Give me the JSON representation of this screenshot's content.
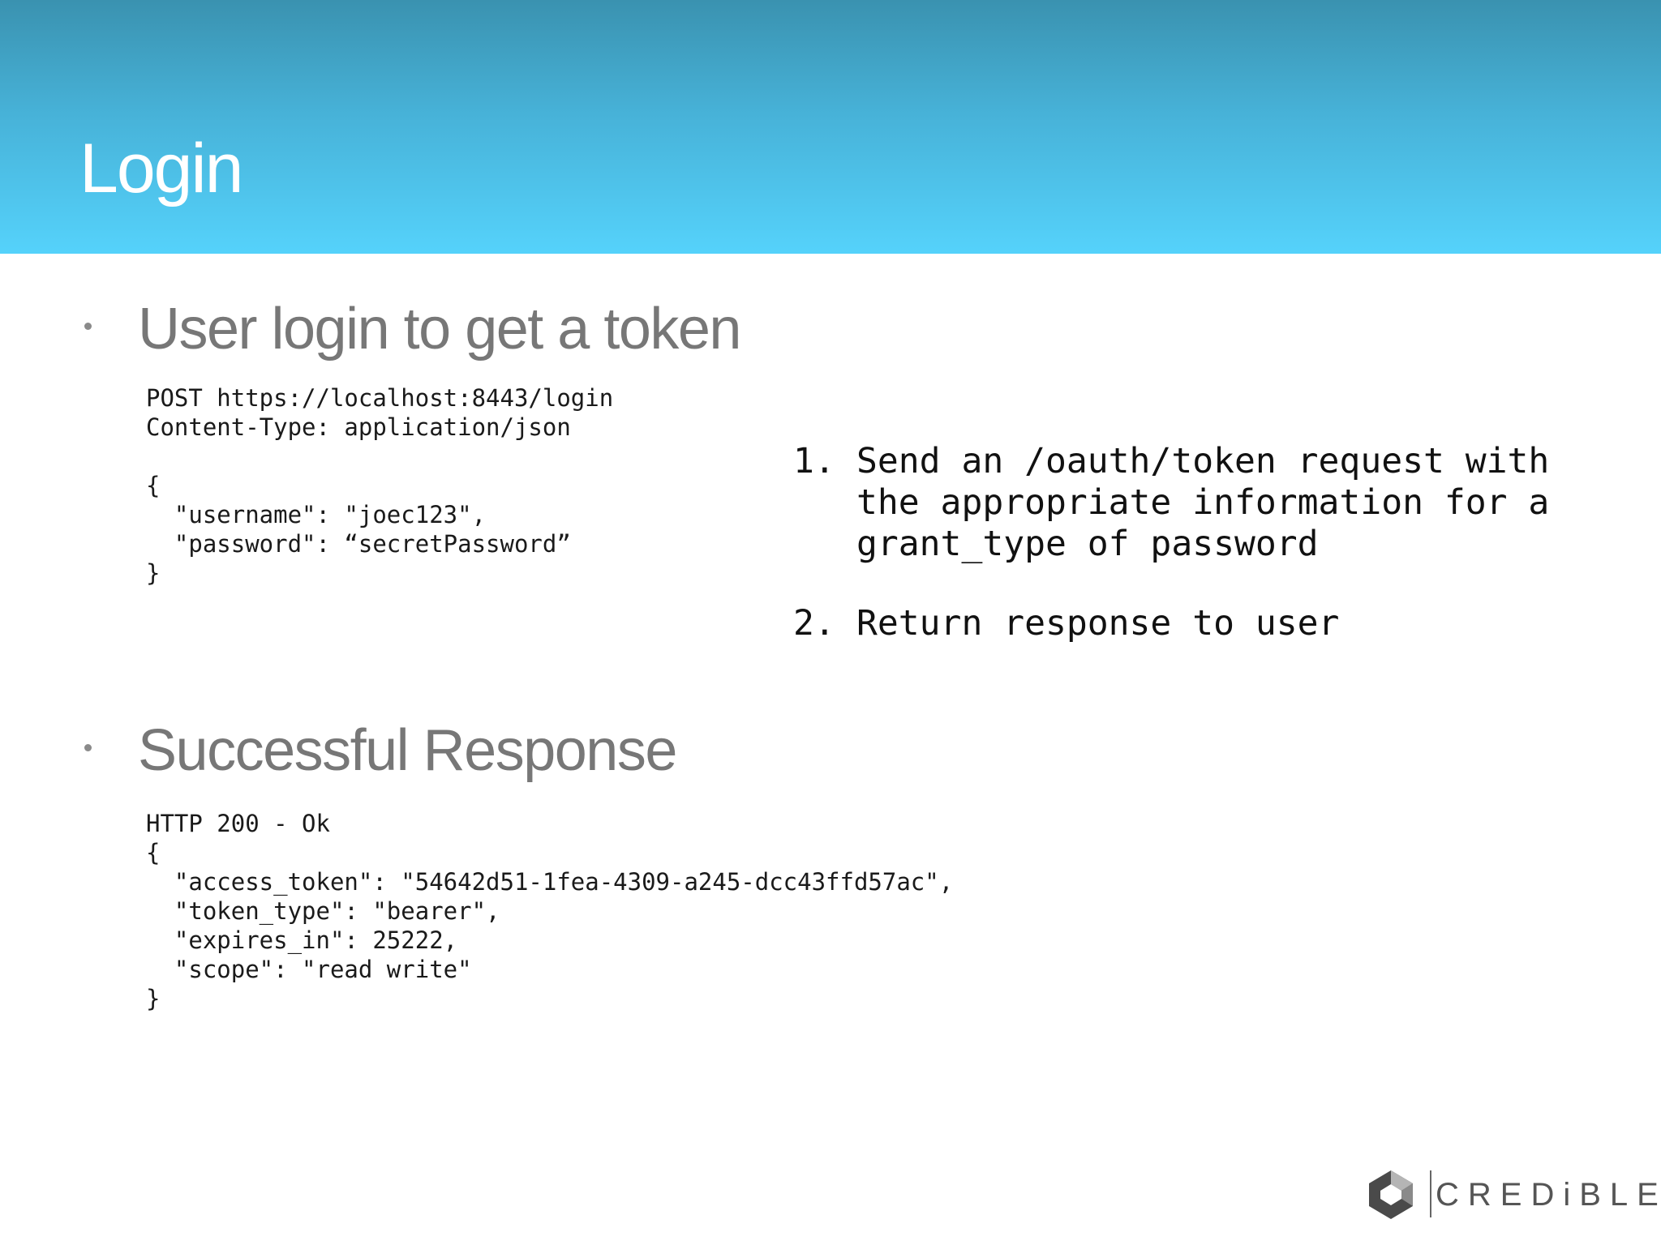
{
  "slide": {
    "title": "Login"
  },
  "sections": [
    {
      "heading": "User login to get a token",
      "code_lines": [
        "POST https://localhost:8443/login",
        "Content-Type: application/json",
        "",
        "{",
        "  \"username\": \"joec123\",",
        "  \"password\": “secretPassword”",
        "}"
      ]
    },
    {
      "heading": "Successful Response",
      "code_lines": [
        "HTTP 200 - Ok",
        "{",
        "  \"access_token\": \"54642d51-1fea-4309-a245-dcc43ffd57ac\",",
        "  \"token_type\": \"bearer\",",
        "  \"expires_in\": 25222,",
        "  \"scope\": \"read write\"",
        "}"
      ]
    }
  ],
  "steps": [
    {
      "number": "1.",
      "text": "Send an /oauth/token request with\nthe appropriate information for a\ngrant_type of password"
    },
    {
      "number": "2.",
      "text": "Return response to user"
    }
  ],
  "logo": {
    "text": "CREDiBLE",
    "colors": {
      "dark": "#4a4a4a",
      "mid": "#8a8a8a",
      "light": "#b5b5b5"
    }
  },
  "colors": {
    "header_top": "#3a92b0",
    "header_bottom": "#55d2fb",
    "heading_gray": "#777777"
  }
}
